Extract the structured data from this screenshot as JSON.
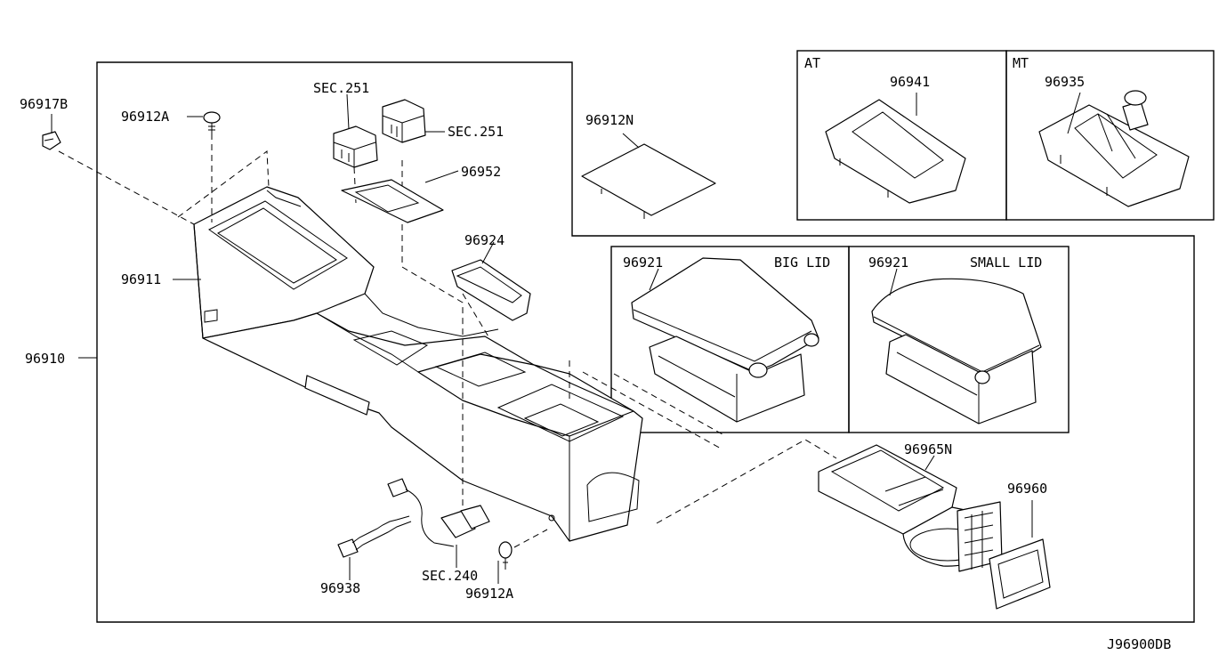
{
  "diagram_id": "J96900DB",
  "main_frame": {
    "assembly_label": "96910",
    "parts": {
      "console_body": "96911",
      "side_clip": "96917B",
      "screw_top": "96912A",
      "screw_bottom": "96912A",
      "switch_ref_left": "SEC.251",
      "switch_ref_right": "SEC.251",
      "switch_bracket": "96952",
      "coin_tray": "96924",
      "harness_ref": "SEC.240",
      "harness": "96938",
      "cup_holder_assy": "96965N",
      "cup_holder_finisher": "96960"
    }
  },
  "mat_box": {
    "part": "96912N"
  },
  "shift_boxes": {
    "at": {
      "title": "AT",
      "part": "96941"
    },
    "mt": {
      "title": "MT",
      "part": "96935"
    }
  },
  "lid_boxes": {
    "big": {
      "part": "96921",
      "variant": "BIG LID"
    },
    "small": {
      "part": "96921",
      "variant": "SMALL LID"
    }
  }
}
